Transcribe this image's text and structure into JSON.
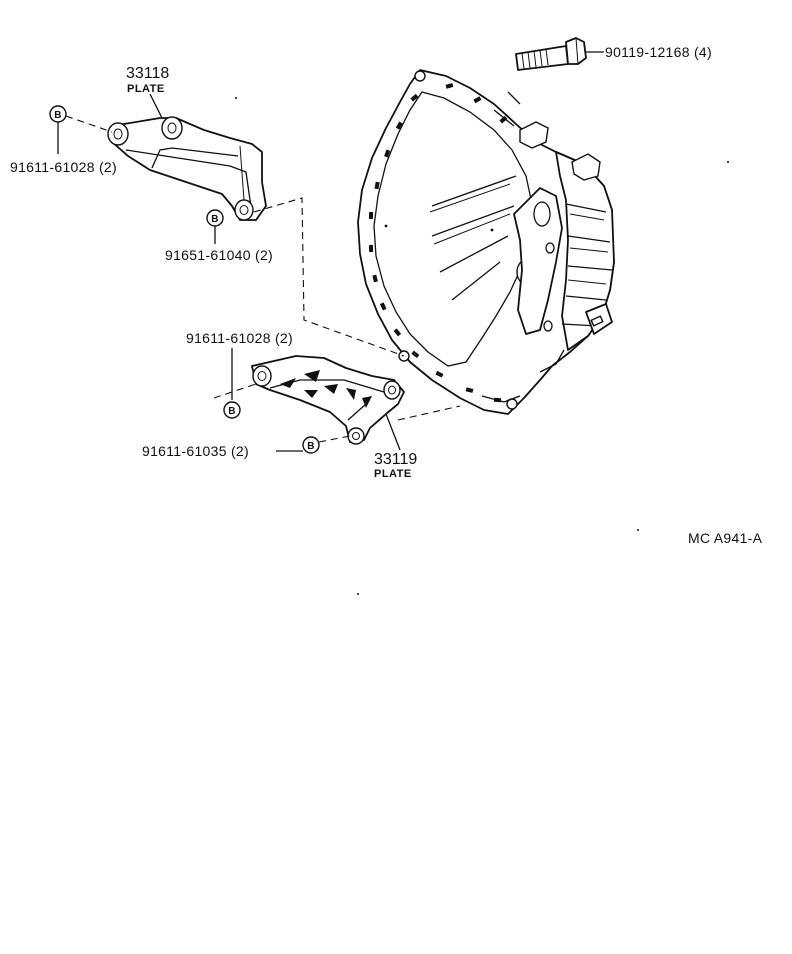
{
  "labels": {
    "bolt_top_part": "90119-12168 (4)",
    "plate_upper_number": "33118",
    "plate_upper_name": "PLATE",
    "bolt_upper_left": "91611-61028 (2)",
    "bolt_upper_mid": "91651-61040 (2)",
    "bolt_lower_top": "91611-61028 (2)",
    "bolt_lower_left": "91611-61035 (2)",
    "plate_lower_number": "33119",
    "plate_lower_name": "PLATE",
    "figure_code": "MC A941-A"
  },
  "symbols": {
    "bolt_marker": "B"
  },
  "colors": {
    "ink": "#111111",
    "paper": "#ffffff"
  }
}
